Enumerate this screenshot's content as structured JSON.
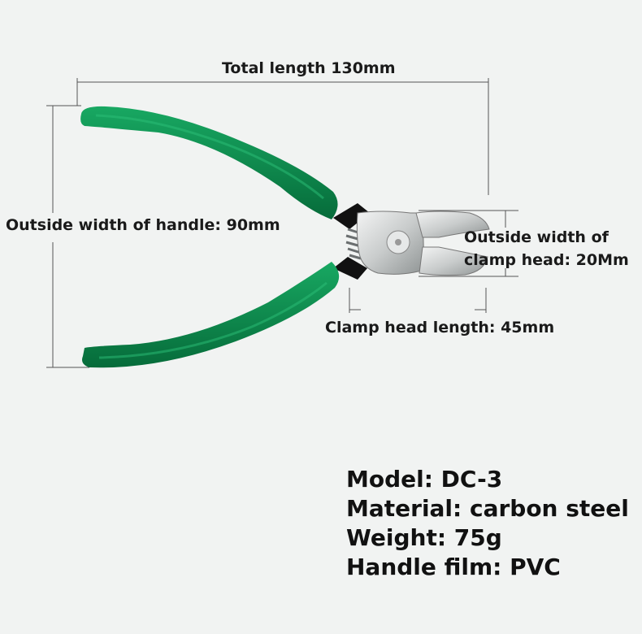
{
  "dimensions": {
    "total_length": "Total length 130mm",
    "handle_width": "Outside width of handle: 90mm",
    "clamp_width_line1": "Outside width of",
    "clamp_width_line2": "clamp head: 20Mm",
    "clamp_length": "Clamp head length: 45mm"
  },
  "specs": {
    "model": "Model: DC-3",
    "material": "Material: carbon steel",
    "weight": "Weight: 75g",
    "handle_film": "Handle film: PVC"
  },
  "colors": {
    "handle_green": "#0f8a4e",
    "background": "#f1f3f2",
    "steel": "#d9dcdc"
  }
}
